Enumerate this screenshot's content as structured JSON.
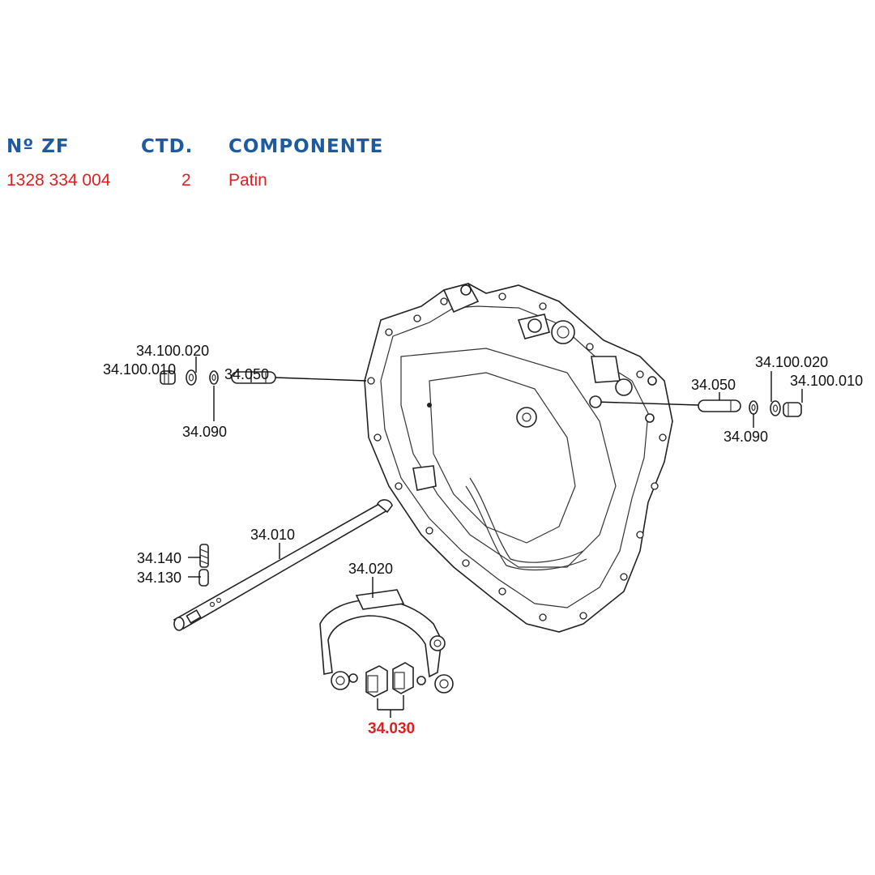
{
  "header": {
    "col_part_no": "Nº ZF",
    "col_qty": "CTD.",
    "col_component": "COMPONENTE"
  },
  "selected_row": {
    "part_no": "1328 334 004",
    "qty": "2",
    "component": "Patin"
  },
  "colors": {
    "header": "#1e5aa0",
    "highlight": "#e02020"
  },
  "callouts": {
    "left_34_100_020": "34.100.020",
    "left_34_100_010": "34.100.010",
    "left_34_050": "34.050",
    "left_34_090": "34.090",
    "right_34_050": "34.050",
    "right_34_100_020": "34.100.020",
    "right_34_100_010": "34.100.010",
    "right_34_090": "34.090",
    "shaft_34_010": "34.010",
    "pin_34_140": "34.140",
    "pin_34_130": "34.130",
    "fork_34_020": "34.020",
    "pads_34_030": "34.030"
  },
  "highlighted_callout": "34.030"
}
